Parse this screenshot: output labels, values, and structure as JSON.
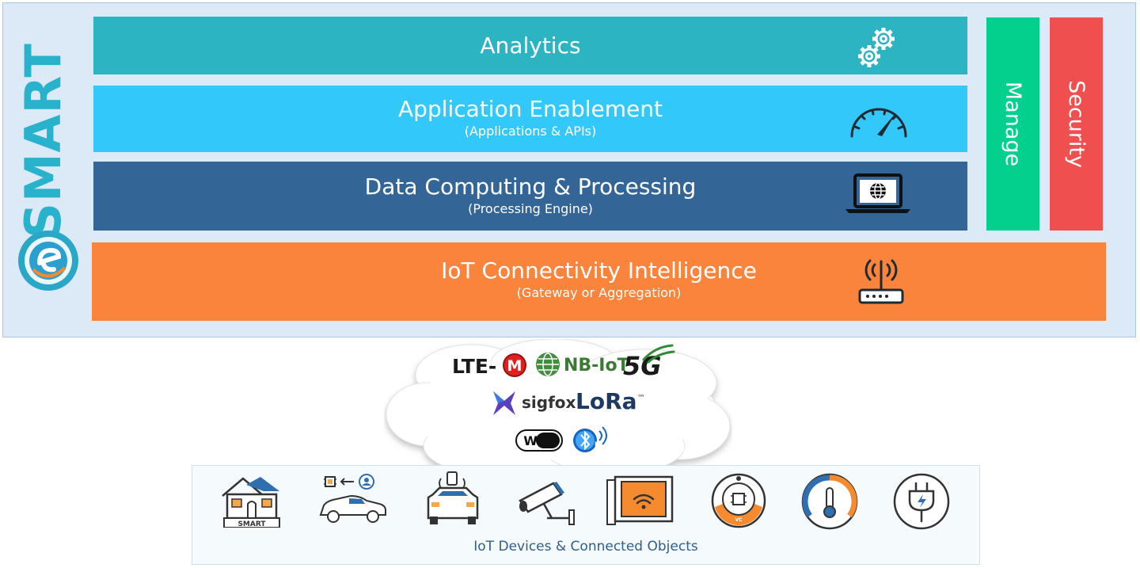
{
  "brand": {
    "name": "SMART",
    "logo_icon": "e-circle-logo-icon",
    "color": "#29b2cc"
  },
  "layers": [
    {
      "title": "Analytics",
      "subtitle": "",
      "icon": "gears-icon",
      "color": "#2cb4c3"
    },
    {
      "title": "Application Enablement",
      "subtitle": "(Applications & APIs)",
      "icon": "speedometer-icon",
      "color": "#33c8fa"
    },
    {
      "title": "Data Computing & Processing",
      "subtitle": "(Processing Engine)",
      "icon": "laptop-globe-icon",
      "color": "#346597"
    },
    {
      "title": "IoT Connectivity Intelligence",
      "subtitle": "(Gateway or Aggregation)",
      "icon": "router-icon",
      "color": "#fb843c"
    }
  ],
  "side_bars": [
    {
      "label": "Manage",
      "color": "#03d08c"
    },
    {
      "label": "Security",
      "color": "#ef4f4f"
    }
  ],
  "connectivity": {
    "lte_m": {
      "prefix": "LTE-",
      "badge": "M"
    },
    "nb_iot": "NB-IoT",
    "five_g": "5G",
    "sigfox": "sigfox",
    "lora": {
      "text": "LoRa",
      "tm": "™"
    },
    "wifi": "WiFi",
    "ble": "LE"
  },
  "devices": {
    "caption": "IoT Devices & Connected Objects",
    "smart_home_label": "SMART",
    "thermostat_label": "VC",
    "icons": [
      "smart-home-icon",
      "connected-car-icon",
      "smart-car-icon",
      "security-camera-icon",
      "wifi-panel-icon",
      "thermostat-icon",
      "temperature-gauge-icon",
      "smart-plug-icon"
    ]
  }
}
